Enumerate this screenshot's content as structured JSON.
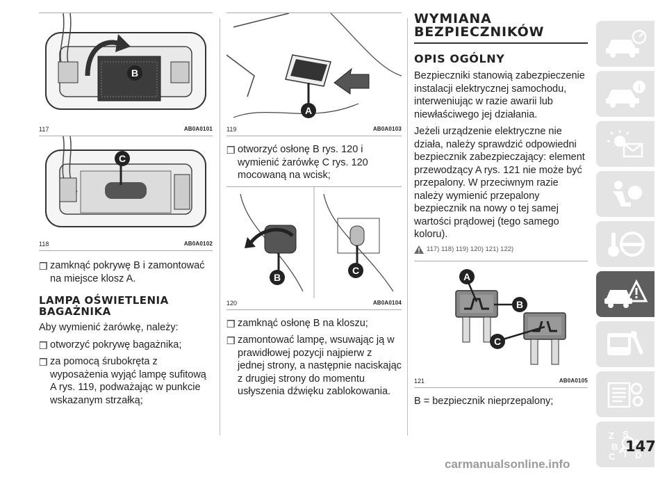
{
  "col1": {
    "fig117": {
      "number": "117",
      "code": "AB0A0101",
      "callout": "B"
    },
    "fig118": {
      "number": "118",
      "code": "AB0A0102",
      "callout": "C"
    },
    "bullet1": "zamknąć pokrywę B i zamontować na miejsce klosz A.",
    "heading": "LAMPA OŚWIETLENIA BAGAŻNIKA",
    "intro": "Aby wymienić żarówkę, należy:",
    "bullet2": "otworzyć pokrywę bagażnika;",
    "bullet3": "za pomocą śrubokręta z wyposażenia wyjąć lampę sufitową A rys. 119, podważając w punkcie wskazanym strzałką;"
  },
  "col2": {
    "fig119": {
      "number": "119",
      "code": "AB0A0103",
      "callout": "A"
    },
    "bullet1": "otworzyć osłonę B rys. 120 i wymienić żarówkę C rys. 120 mocowaną na wcisk;",
    "fig120": {
      "number": "120",
      "code": "AB0A0104",
      "callout_b": "B",
      "callout_c": "C"
    },
    "bullet2": "zamknąć osłonę B na kloszu;",
    "bullet3": "zamontować lampę, wsuwając ją w prawidłowej pozycji najpierw z jednej strony, a następnie naciskając z drugiej strony do momentu usłyszenia dźwięku zablokowania."
  },
  "col3": {
    "title": "WYMIANA BEZPIECZNIKÓW",
    "subtitle": "OPIS OGÓLNY",
    "para1": "Bezpieczniki stanowią zabezpieczenie instalacji elektrycznej samochodu, interweniując w razie awarii lub niewłaściwego jej działania.",
    "para2": "Jeżeli urządzenie elektryczne nie działa, należy sprawdzić odpowiedni bezpiecznik zabezpieczający: element przewodzący A rys. 121 nie może być przepalony. W przeciwnym razie należy wymienić przepalony bezpiecznik na nowy o tej samej wartości prądowej (tego samego koloru).",
    "warning_refs": "117) 118) 119) 120) 121) 122)",
    "fig121": {
      "number": "121",
      "code": "AB0A0105",
      "callout_a": "A",
      "callout_b": "B",
      "callout_c": "C"
    },
    "legend": "B = bezpiecznik nieprzepalony;"
  },
  "sidebar": {
    "tabs": [
      {
        "icon": "car-dashboard-icon"
      },
      {
        "icon": "car-info-icon"
      },
      {
        "icon": "warning-lights-icon"
      },
      {
        "icon": "airbag-seat-icon"
      },
      {
        "icon": "key-steering-icon"
      },
      {
        "icon": "car-emergency-icon",
        "active": true
      },
      {
        "icon": "car-maintenance-icon"
      },
      {
        "icon": "technical-data-icon"
      },
      {
        "icon": "index-alphabet-icon",
        "letters": "Z S A B C T D"
      }
    ]
  },
  "page_number": "147",
  "watermark": "carmanualsonline.info"
}
